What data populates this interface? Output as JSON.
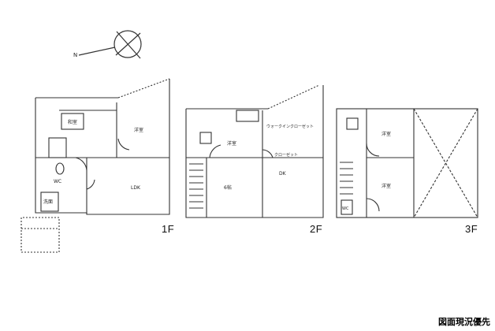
{
  "compass": {
    "north_mark": "N"
  },
  "floors": [
    {
      "id": "1F",
      "label": "1F",
      "rooms": [
        "洋室",
        "和室",
        "LDK",
        "WC",
        "洗面"
      ]
    },
    {
      "id": "2F",
      "label": "2F",
      "rooms": [
        "洋室",
        "6帖",
        "DK",
        "ウォークインクローゼット",
        "クローゼット"
      ]
    },
    {
      "id": "3F",
      "label": "3F",
      "rooms": [
        "洋室",
        "洋室",
        "WC"
      ]
    }
  ],
  "notice": "図面現況優先"
}
